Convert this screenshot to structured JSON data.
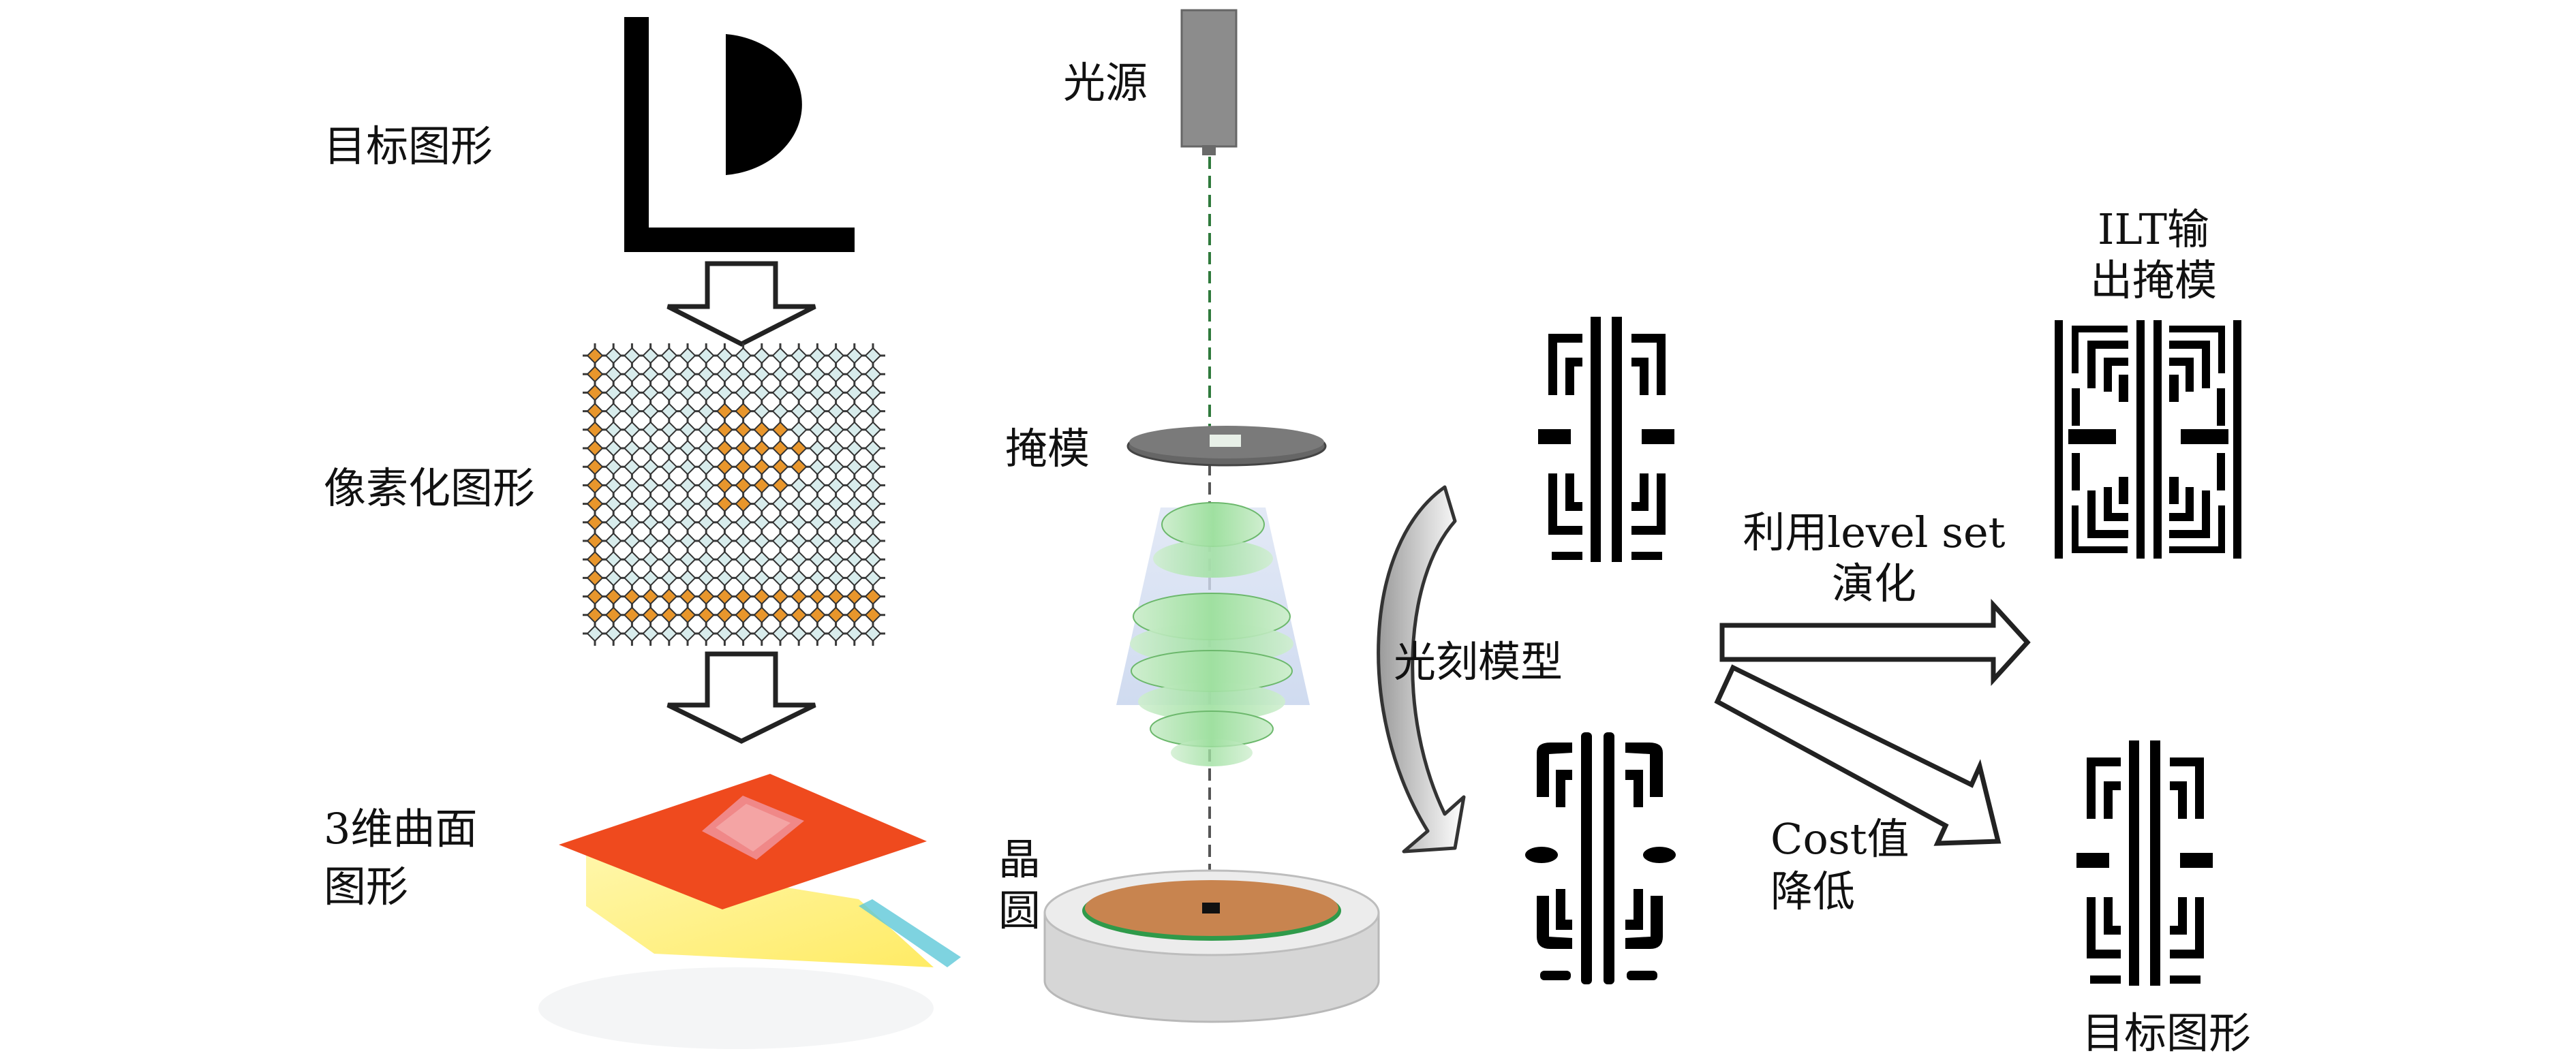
{
  "labels": {
    "target_shape": "目标图形",
    "pixelated_shape": "像素化图形",
    "surface_3d_line1": "3维曲面",
    "surface_3d_line2": "图形",
    "light_source": "光源",
    "mask": "掩模",
    "wafer_line1": "晶",
    "wafer_line2": "圆",
    "litho_model": "光刻模型",
    "level_set_line1": "利用level set",
    "level_set_line2": "演化",
    "cost_line1": "Cost值",
    "cost_line2": "降低",
    "ilt_output_line1": "ILT输",
    "ilt_output_line2": "出掩模",
    "target_shape_right": "目标图形"
  },
  "colors": {
    "pixel_on": "#e8962c",
    "pixel_off": "#d8ecec",
    "grid_line": "#3a3a3a",
    "surface_red": "#ef4a1e",
    "surface_yellow": "#fff27a",
    "lens_green": "#8fd88f",
    "wafer_copper": "#c8844f",
    "wafer_base": "#dcdcdc",
    "light_source_gray": "#8a8a8a"
  },
  "pixel_grid": {
    "size": 16,
    "on_rows": [
      [
        0
      ],
      [
        0
      ],
      [
        0
      ],
      [
        0,
        7,
        8
      ],
      [
        0,
        7,
        8,
        9,
        10
      ],
      [
        0,
        7,
        8,
        9,
        10,
        11
      ],
      [
        0,
        7,
        8,
        9,
        10,
        11
      ],
      [
        0,
        7,
        8,
        9,
        10
      ],
      [
        0,
        7,
        8
      ],
      [
        0
      ],
      [
        0
      ],
      [
        0
      ],
      [
        0
      ],
      [
        0,
        1,
        2,
        3,
        4,
        5,
        6,
        7,
        8,
        9,
        10,
        11,
        12,
        13,
        14,
        15
      ],
      [
        0,
        1,
        2,
        3,
        4,
        5,
        6,
        7,
        8,
        9,
        10,
        11,
        12,
        13,
        14,
        15
      ],
      []
    ]
  }
}
